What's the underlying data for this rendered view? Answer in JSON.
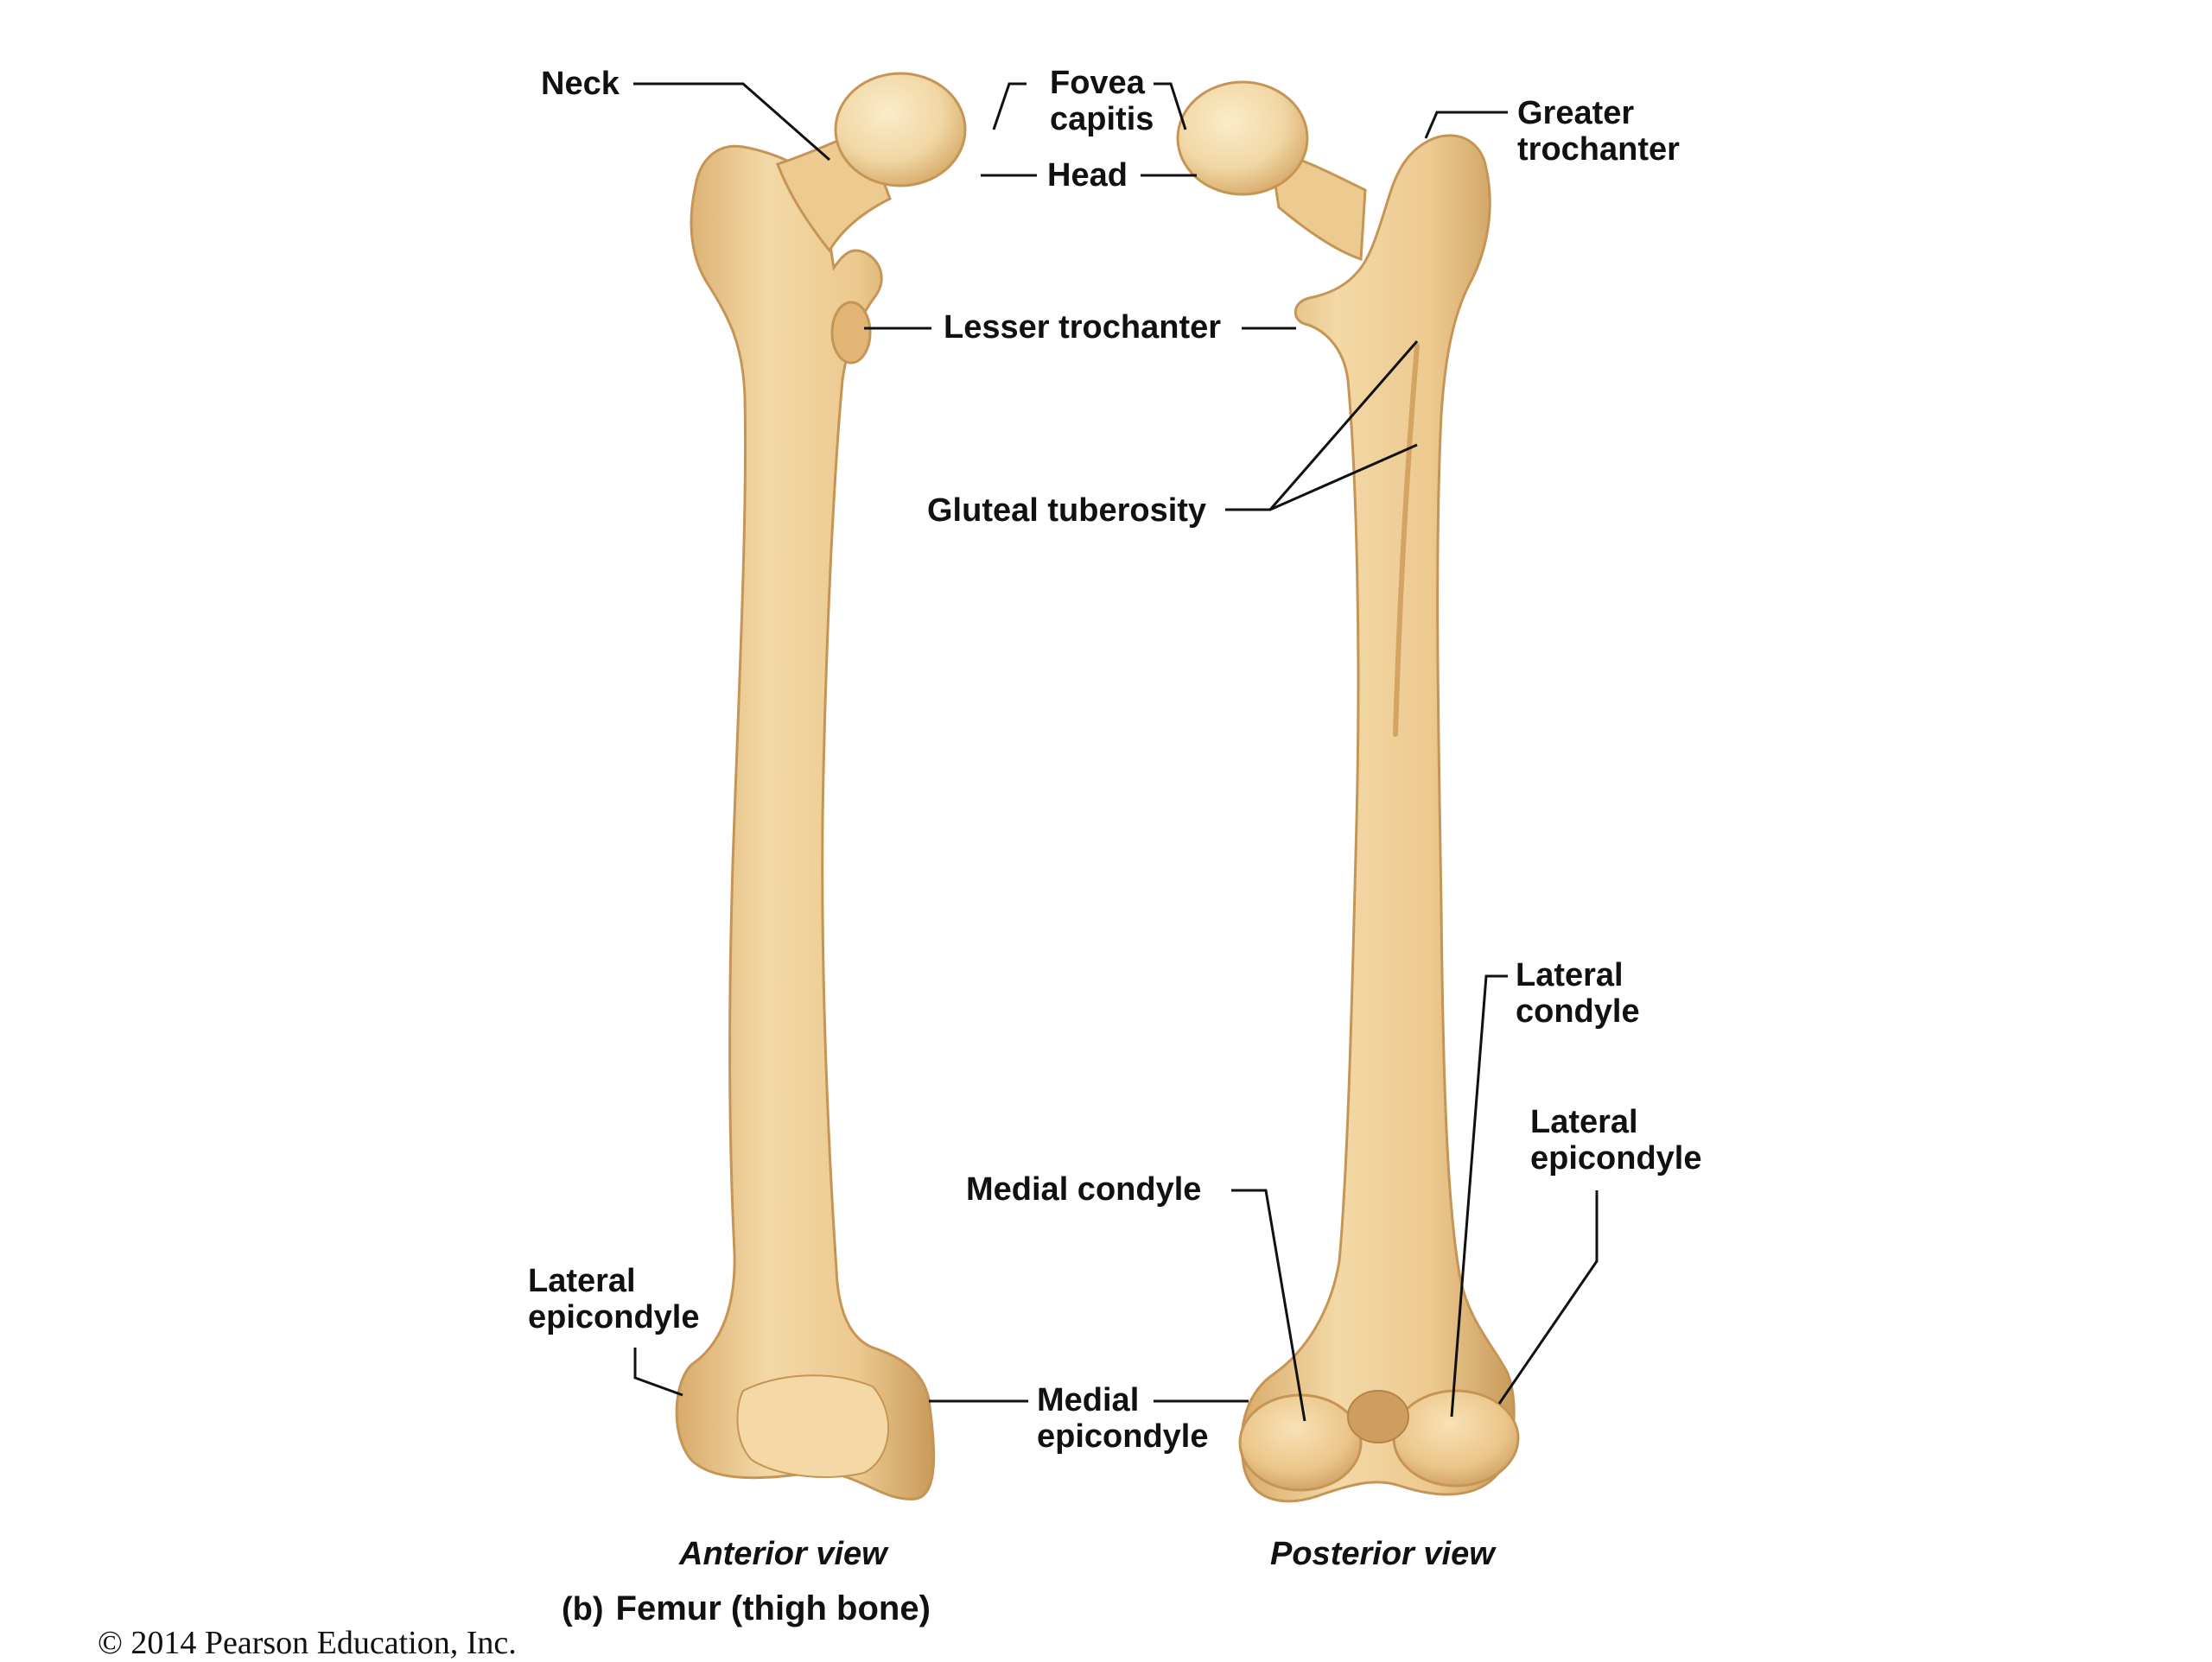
{
  "labels": {
    "neck": "Neck",
    "fovea_capitis": [
      "Fovea",
      "capitis"
    ],
    "head": "Head",
    "greater_trochanter": [
      "Greater",
      "trochanter"
    ],
    "lesser_trochanter": "Lesser trochanter",
    "gluteal_tuberosity": "Gluteal tuberosity",
    "lateral_condyle": [
      "Lateral",
      "condyle"
    ],
    "lateral_epicondyle_posterior": [
      "Lateral",
      "epicondyle"
    ],
    "medial_condyle": "Medial condyle",
    "lateral_epicondyle_anterior": [
      "Lateral",
      "epicondyle"
    ],
    "medial_epicondyle": [
      "Medial",
      "epicondyle"
    ]
  },
  "views": {
    "anterior": "Anterior view",
    "posterior": "Posterior view"
  },
  "caption": {
    "part": "(b)",
    "title": "Femur (thigh bone)"
  },
  "copyright": "© 2014 Pearson Education, Inc.",
  "colors": {
    "bone": "#ecc98f",
    "bone_light": "#f6dfb0",
    "bone_shadow": "#c99a5a",
    "leader_line": "#111111",
    "background": "#ffffff"
  }
}
